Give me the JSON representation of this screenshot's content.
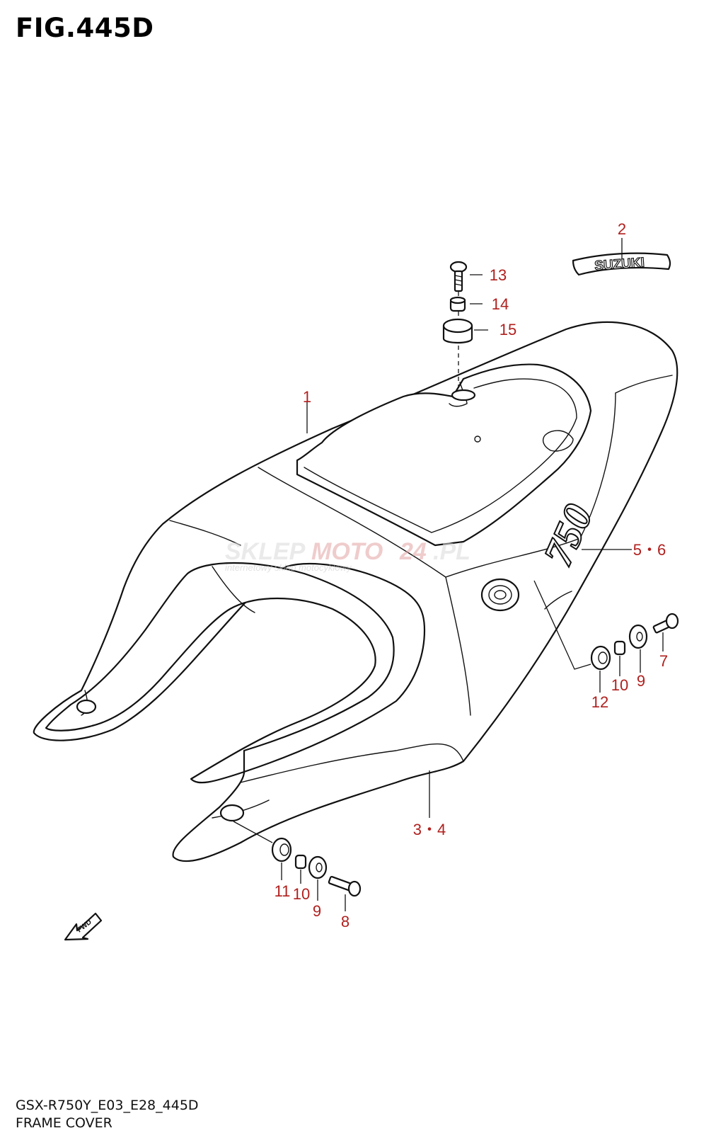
{
  "figure": {
    "title": "FIG.445D"
  },
  "footer": {
    "model_code": "GSX-R750Y_E03_E28_445D",
    "section_name": "FRAME COVER"
  },
  "labels": {
    "p1": "1",
    "p2": "2",
    "p34": "3・4",
    "p56": "5・6",
    "p7": "7",
    "p8": "8",
    "p9a": "9",
    "p9b": "9",
    "p10a": "10",
    "p10b": "10",
    "p11": "11",
    "p12": "12",
    "p13": "13",
    "p14": "14",
    "p15": "15"
  },
  "emblem_text": "SUZUKI",
  "cover_number_text": "750",
  "fwd_arrow_text": "FWD",
  "watermark": {
    "brand_a": "SKLEP",
    "brand_b": "MOTO",
    "brand_c": "24",
    "brand_d": ".PL",
    "tagline": "internetowy sklep motocyklowy"
  },
  "colors": {
    "callout": "#b0201e",
    "line": "#111111",
    "watermark": "#d9d9d9",
    "watermark_accent": "#e3a3a3"
  }
}
